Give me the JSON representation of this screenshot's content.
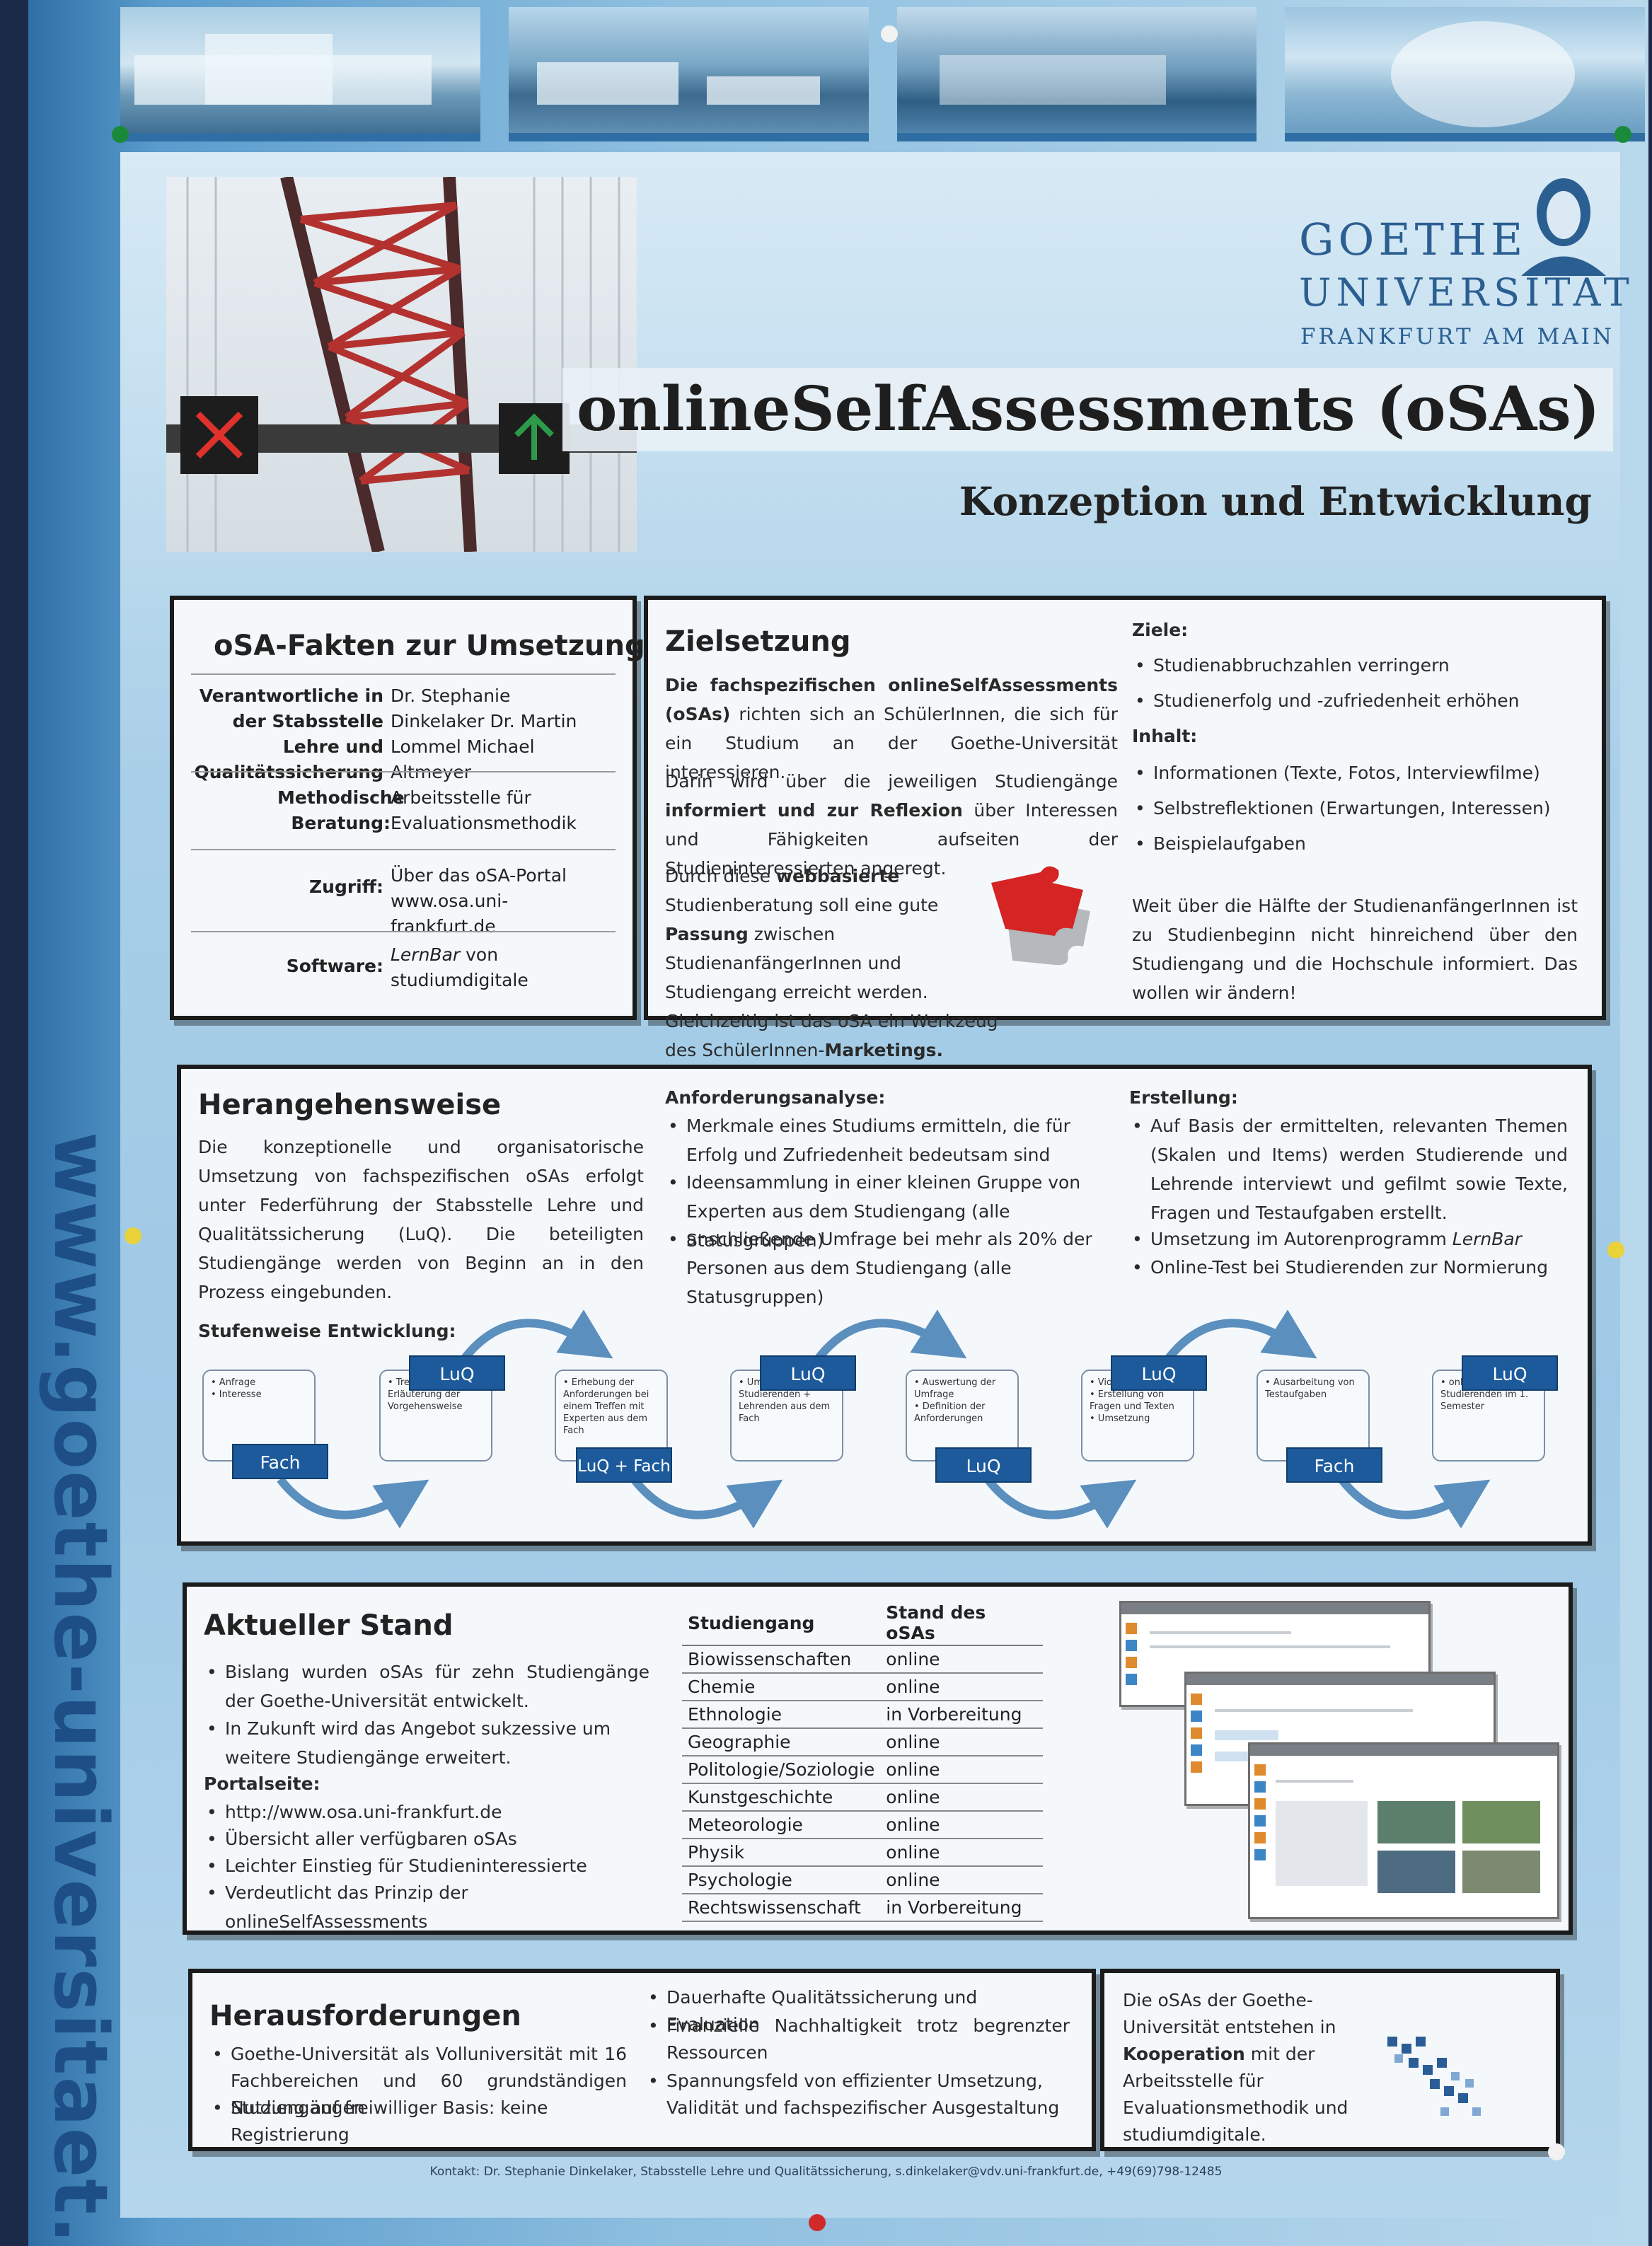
{
  "side_url": "www.goethe-universitaet.de",
  "logo": {
    "line1": "GOETHE",
    "line2": "UNIVERSITÄT",
    "line3": "FRANKFURT AM MAIN"
  },
  "title": "onlineSelfAssessments (oSAs)",
  "subtitle": "Konzeption und Entwicklung",
  "facts": {
    "heading": "oSA-Fakten zur Umsetzung",
    "rows": [
      {
        "label": "Verantwortliche in der Stabsstelle Lehre und Qualitätssicherung",
        "value": "Dr. Stephanie Dinkelaker Dr. Martin Lommel Michael Altmeyer"
      },
      {
        "label": "Methodische Beratung:",
        "value": "Arbeitsstelle für Evaluationsmethodik"
      },
      {
        "label": "Zugriff:",
        "value": "Über das oSA-Portal www.osa.uni-frankfurt.de"
      },
      {
        "label": "Software:",
        "value_em": "LernBar",
        "value": "von studiumdigitale"
      }
    ]
  },
  "ziel": {
    "heading": "Zielsetzung",
    "p1_b": "Die fachspezifischen onlineSelfAssessments (oSAs)",
    "p1": "richten sich an SchülerInnen, die sich für ein Studium an der Goethe-Universität interessieren.",
    "p2_a": "Darin wird über die jeweiligen Studiengänge",
    "p2_b": "informiert und zur Reflexion",
    "p2_c": "über Interessen und Fähigkeiten aufseiten der Studieninteressierten angeregt.",
    "p3_a": "Durch diese",
    "p3_b": "webbasierte",
    "p3_c": "Studienberatung soll eine gute",
    "p3_d": "Passung",
    "p3_e": "zwischen StudienanfängerInnen und Studiengang erreicht werden. Gleichzeitig ist das oSA ein Werkzeug des SchülerInnen-",
    "p3_f": "Marketings.",
    "ziele_label": "Ziele:",
    "ziele": [
      "Studienabbruchzahlen verringern",
      "Studienerfolg und -zufriedenheit erhöhen"
    ],
    "inhalt_label": "Inhalt:",
    "inhalt": [
      "Informationen (Texte, Fotos, Interviewfilme)",
      "Selbstreflektionen (Erwartungen, Interessen)",
      "Beispielaufgaben"
    ],
    "closing": "Weit über die Hälfte der StudienanfängerInnen ist zu Studienbeginn nicht hinreichend über den Studiengang und die Hochschule informiert. Das wollen wir ändern!"
  },
  "herang": {
    "heading": "Herangehensweise",
    "text": "Die konzeptionelle und organisatorische Umsetzung von fachspezifischen oSAs erfolgt unter Federführung der Stabsstelle Lehre und Qualitätssicherung (LuQ). Die beteiligten Studiengänge werden von Beginn an in den Prozess eingebunden.",
    "anf_label": "Anforderungsanalyse:",
    "anf": [
      "Merkmale eines Studiums ermitteln, die für Erfolg und Zufriedenheit bedeutsam sind",
      "Ideensammlung in einer kleinen Gruppe von Experten aus dem Studiengang (alle Statusgruppen)",
      "anschließende Umfrage bei mehr als 20% der Personen aus dem Studiengang (alle Statusgruppen)"
    ],
    "erst_label": "Erstellung:",
    "erst1": "Auf Basis der ermittelten, relevanten Themen (Skalen und Items) werden Studierende und Lehrende interviewt und gefilmt sowie Texte, Fragen und Testaufgaben erstellt.",
    "erst2_a": "Umsetzung im Autorenprogramm",
    "erst2_em": "LernBar",
    "erst3": "Online-Test bei Studierenden zur Normierung",
    "stufen_label": "Stufenweise Entwicklung:",
    "steps": [
      {
        "tag": "Fach",
        "text": "• Anfrage\n• Interesse"
      },
      {
        "tag": "LuQ",
        "text": "• Treffen zur Erläuterung der Vorgehensweise"
      },
      {
        "tag": "LuQ + Fach",
        "text": "• Erhebung der Anforderungen bei einem Treffen mit Experten aus dem Fach"
      },
      {
        "tag": "LuQ",
        "text": "• Umfrage bei Studierenden + Lehrenden aus dem Fach"
      },
      {
        "tag": "LuQ",
        "text": "• Auswertung der Umfrage\n• Definition der Anforderungen"
      },
      {
        "tag": "LuQ",
        "text": "• Videodreh\n• Erstellung von Fragen und Texten\n• Umsetzung"
      },
      {
        "tag": "Fach",
        "text": "• Ausarbeitung von Testaufgaben"
      },
      {
        "tag": "LuQ",
        "text": "• online-Test bei Studierenden im 1. Semester"
      }
    ]
  },
  "stand": {
    "heading": "Aktueller Stand",
    "bullets1": [
      "Bislang wurden oSAs für zehn Studiengänge der Goethe-Universität entwickelt.",
      "In Zukunft wird das Angebot sukzessive um weitere Studiengänge erweitert."
    ],
    "portal_label": "Portalseite:",
    "bullets2": [
      "http://www.osa.uni-frankfurt.de",
      "Übersicht aller verfügbaren oSAs",
      "Leichter Einstieg für Studieninteressierte",
      "Verdeutlicht das Prinzip der onlineSelfAssessments"
    ],
    "table_headers": [
      "Studiengang",
      "Stand des oSAs"
    ],
    "table_rows": [
      [
        "Biowissenschaften",
        "online"
      ],
      [
        "Chemie",
        "online"
      ],
      [
        "Ethnologie",
        "in Vorbereitung"
      ],
      [
        "Geographie",
        "online"
      ],
      [
        "Politologie/Soziologie",
        "online"
      ],
      [
        "Kunstgeschichte",
        "online"
      ],
      [
        "Meteorologie",
        "online"
      ],
      [
        "Physik",
        "online"
      ],
      [
        "Psychologie",
        "online"
      ],
      [
        "Rechtswissenschaft",
        "in Vorbereitung"
      ]
    ]
  },
  "heraus": {
    "heading": "Herausforderungen",
    "left": [
      "Goethe-Universität als Volluniversität mit 16 Fachbereichen und 60 grundständigen Studiengängen",
      "Nutzung auf freiwilliger Basis: keine Registrierung"
    ],
    "right": [
      "Dauerhafte Qualitätssicherung und Evaluation",
      "Finanzielle Nachhaltigkeit trotz begrenzter Ressourcen",
      "Spannungsfeld von effizienter Umsetzung, Validität und fachspezifischer Ausgestaltung"
    ]
  },
  "koop": {
    "text_a": "Die oSAs der Goethe-Universität entstehen in",
    "text_b": "Kooperation",
    "text_c": "mit der Arbeitsstelle für Evaluationsmethodik und studiumdigitale."
  },
  "footer": "Kontakt: Dr. Stephanie Dinkelaker, Stabsstelle Lehre und Qualitätssicherung, s.dinkelaker@vdv.uni-frankfurt.de, +49(69)798-12485",
  "colors": {
    "accent": "#1c5a9c",
    "box_border": "#1b1b1b",
    "logo": "#2b5f92"
  }
}
